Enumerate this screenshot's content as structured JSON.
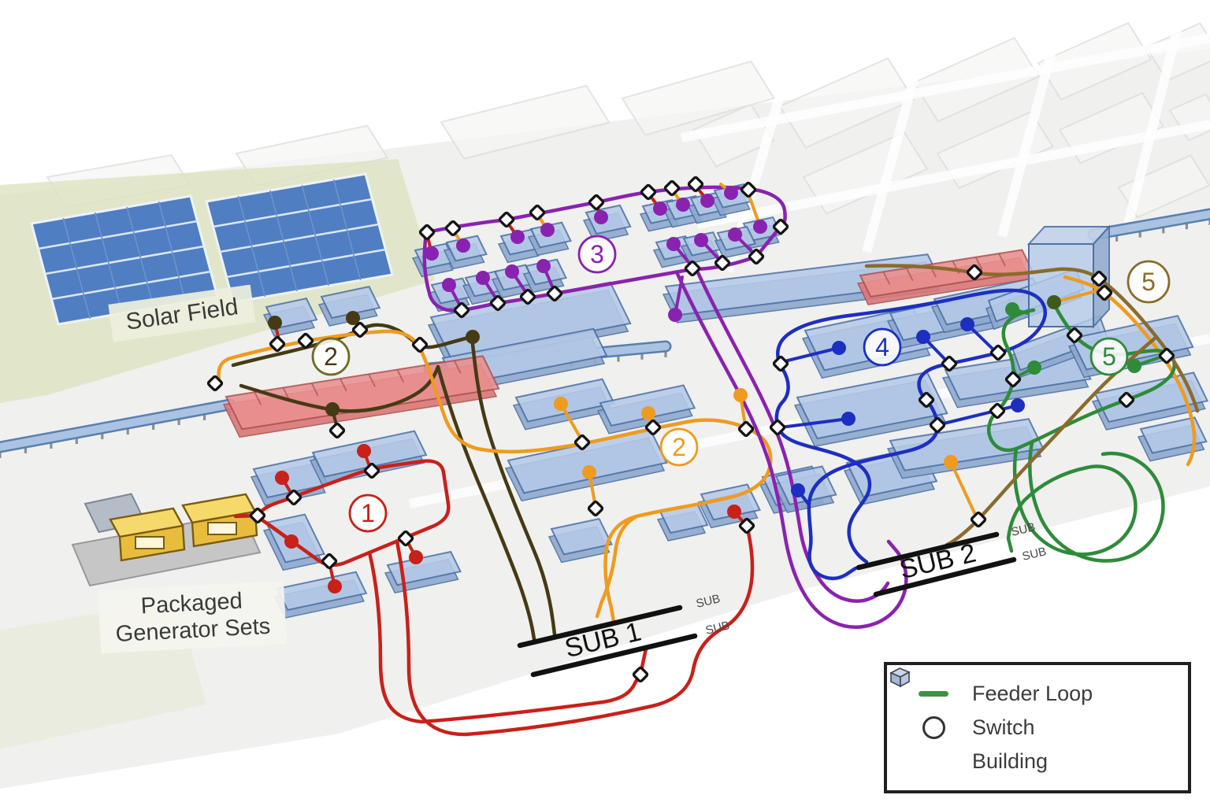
{
  "labels": {
    "solar_field": "Solar Field",
    "generator_line1": "Packaged",
    "generator_line2": "Generator Sets",
    "substation_1": "SUB 1",
    "substation_2": "SUB 2",
    "bus_tag": "SUB"
  },
  "loops": [
    {
      "number": "1",
      "color": "#c9201a"
    },
    {
      "number": "2",
      "color": "#ee9b20"
    },
    {
      "number": "2",
      "color": "#6d6d26",
      "line_color": "#453a14"
    },
    {
      "number": "3",
      "color": "#8a22b0"
    },
    {
      "number": "4",
      "color": "#1d2fc0"
    },
    {
      "number": "5",
      "color": "#8a6b2c"
    },
    {
      "number": "5",
      "color": "#2e8b3a"
    }
  ],
  "legend": {
    "items": [
      {
        "icon": "feeder-loop-line",
        "label": "Feeder Loop"
      },
      {
        "icon": "switch-circle",
        "label": "Switch"
      },
      {
        "icon": "building-cube",
        "label": "Building"
      }
    ],
    "feeder_swatch_color": "#3f9143"
  },
  "colors": {
    "building_fill": "#b5cae8",
    "building_stroke": "#4d71a6",
    "building_side": "#8ea9cd",
    "highlight_fill": "#ea9090",
    "highlight_stroke": "#b05050",
    "highlight_side": "#d97878",
    "switch_fill": "#ffffff",
    "switch_stroke": "#141414",
    "bus_color": "#111111",
    "solar_panel": "#4f7ec2",
    "generator_yellow": "#f2cf5a",
    "dark_green_dot": "#3f5a1e"
  }
}
